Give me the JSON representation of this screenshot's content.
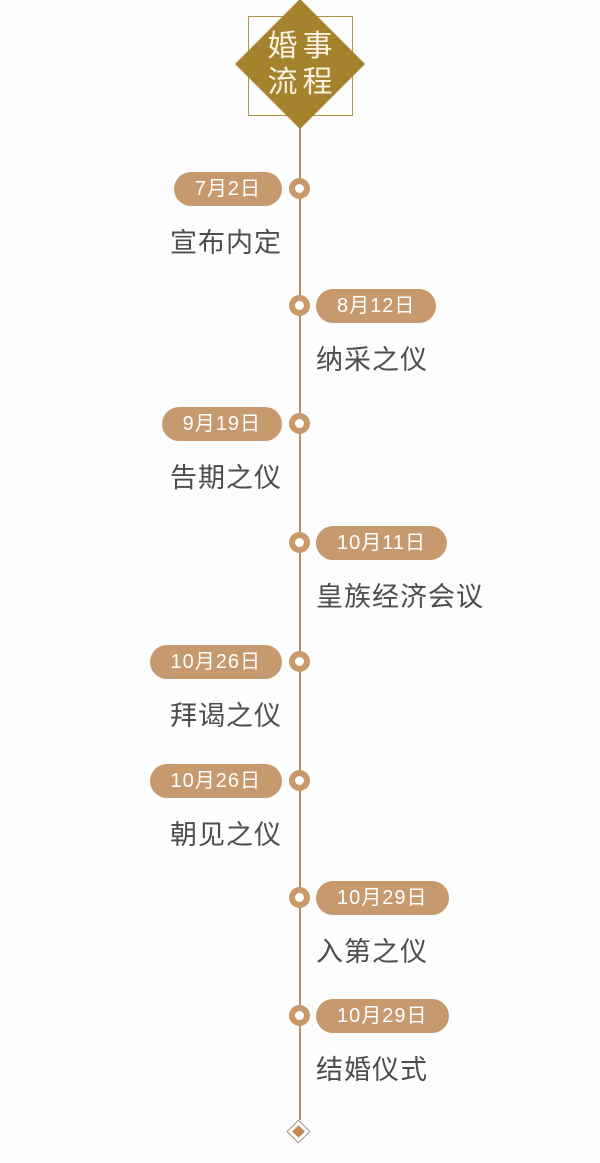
{
  "header": {
    "title_line1": "婚事",
    "title_line2": "流程"
  },
  "timeline": {
    "entries": [
      {
        "date": "7月2日",
        "event": "宣布内定",
        "side": "left"
      },
      {
        "date": "8月12日",
        "event": "纳采之仪",
        "side": "right"
      },
      {
        "date": "9月19日",
        "event": "告期之仪",
        "side": "left"
      },
      {
        "date": "10月11日",
        "event": "皇族经济会议",
        "side": "right"
      },
      {
        "date": "10月26日",
        "event": "拜谒之仪",
        "side": "left"
      },
      {
        "date": "10月26日",
        "event": "朝见之仪",
        "side": "left"
      },
      {
        "date": "10月29日",
        "event": "入第之仪",
        "side": "right"
      },
      {
        "date": "10月29日",
        "event": "结婚仪式",
        "side": "right"
      }
    ]
  },
  "colors": {
    "diamond": "#a5832e",
    "square_outline": "#b2944a",
    "title_text": "#f8f2df",
    "pill_bg": "#c69a6e",
    "pill_text": "#ffffff",
    "line": "#be8d60",
    "dot_ring": "#c8996b",
    "event_text": "#4d4d4d",
    "end_outline": "#9a9383",
    "end_fill": "#c18a55"
  }
}
